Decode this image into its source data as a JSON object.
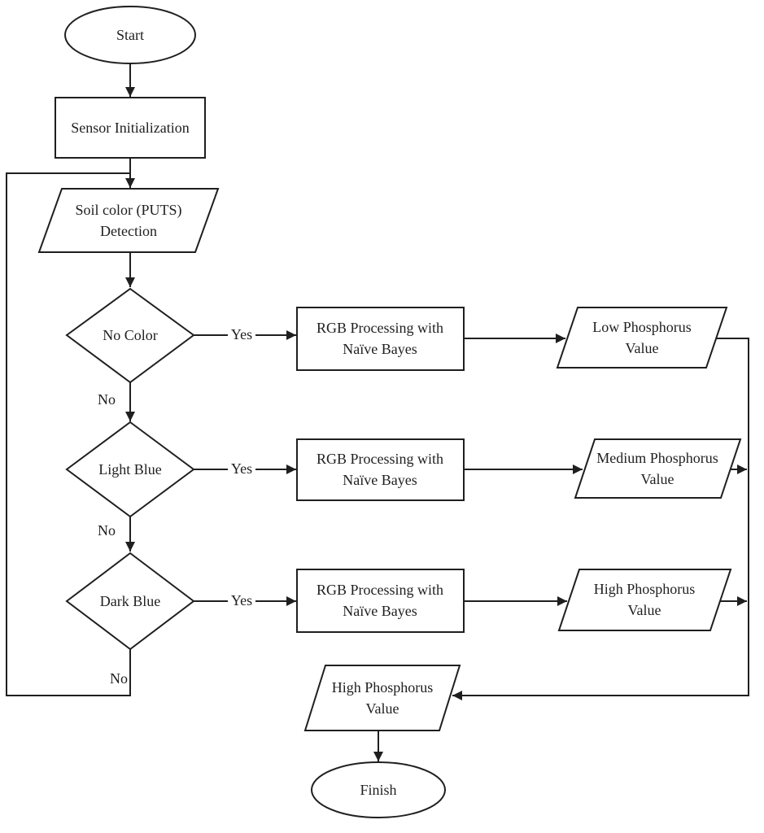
{
  "diagram": {
    "colors": {
      "stroke": "#1f1f1f",
      "text": "#1f1f1f",
      "node_fill": "#ffffff"
    },
    "nodes": {
      "start": {
        "label": "Start"
      },
      "sensor_initialization": {
        "label": "Sensor Initialization"
      },
      "soil_color_detection": {
        "line1": "Soil color (PUTS)",
        "line2": "Detection"
      },
      "no_color_decision": {
        "label": "No Color"
      },
      "rgb_processing_1": {
        "line1": "RGB Processing with",
        "line2": "Naïve Bayes"
      },
      "low_phosphorus_value": {
        "line1": "Low Phosphorus",
        "line2": "Value"
      },
      "light_blue_decision": {
        "label": "Light Blue"
      },
      "rgb_processing_2": {
        "line1": "RGB Processing with",
        "line2": "Naïve Bayes"
      },
      "medium_phosphorus_value": {
        "line1": "Medium Phosphorus",
        "line2": "Value"
      },
      "dark_blue_decision": {
        "label": "Dark Blue"
      },
      "rgb_processing_3": {
        "line1": "RGB Processing with",
        "line2": "Naïve Bayes"
      },
      "high_phosphorus_value": {
        "line1": "High Phosphorus",
        "line2": "Value"
      },
      "high_phosphorus_output": {
        "line1": "High Phosphorus",
        "line2": "Value"
      },
      "finish": {
        "label": "Finish"
      }
    },
    "edge_labels": {
      "no_color_yes": "Yes",
      "no_color_no": "No",
      "light_blue_yes": "Yes",
      "light_blue_no": "No",
      "dark_blue_yes": "Yes",
      "dark_blue_no": "No"
    }
  }
}
